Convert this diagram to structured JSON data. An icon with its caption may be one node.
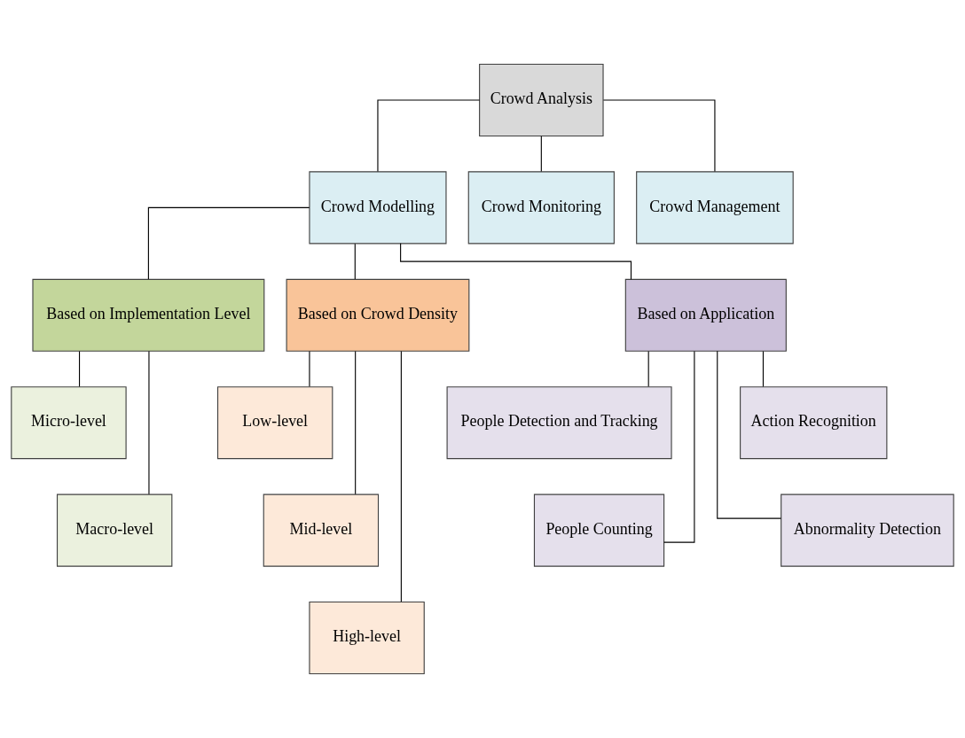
{
  "diagram": {
    "nodes": [
      {
        "text": [
          "Crowd Analysis"
        ]
      },
      {
        "text": [
          "Crowd Modelling"
        ]
      },
      {
        "text": [
          "Crowd Monitoring"
        ]
      },
      {
        "text": [
          "Crowd Management"
        ]
      },
      {
        "text": [
          "Based on Implementation Level"
        ]
      },
      {
        "text": [
          "Based on Crowd Density"
        ]
      },
      {
        "text": [
          "Based on Application"
        ]
      },
      {
        "text": [
          "Micro-level"
        ]
      },
      {
        "text": [
          "Macro-level"
        ]
      },
      {
        "text": [
          "Low-level"
        ]
      },
      {
        "text": [
          "Mid-level"
        ]
      },
      {
        "text": [
          "High-level"
        ]
      },
      {
        "text": [
          "People Detection and Tracking"
        ]
      },
      {
        "text": [
          "Action Recognition"
        ]
      },
      {
        "text": [
          "People Counting"
        ]
      },
      {
        "text": [
          "Abnormality Detection"
        ]
      }
    ],
    "edges": [
      {
        "from": 0,
        "to": 1,
        "arrow": "none"
      },
      {
        "from": 0,
        "to": 2,
        "arrow": "none"
      },
      {
        "from": 0,
        "to": 3,
        "arrow": "none"
      },
      {
        "from": 1,
        "to": 4,
        "arrow": "none"
      },
      {
        "from": 1,
        "to": 5,
        "arrow": "none"
      },
      {
        "from": 1,
        "to": 6,
        "arrow": "none"
      },
      {
        "from": 4,
        "to": 7,
        "arrow": "none"
      },
      {
        "from": 4,
        "to": 8,
        "arrow": "none"
      },
      {
        "from": 5,
        "to": 9,
        "arrow": "none"
      },
      {
        "from": 5,
        "to": 10,
        "arrow": "none"
      },
      {
        "from": 5,
        "to": 11,
        "arrow": "none"
      },
      {
        "from": 6,
        "to": 12,
        "arrow": "none"
      },
      {
        "from": 6,
        "to": 13,
        "arrow": "none"
      },
      {
        "from": 6,
        "to": 14,
        "arrow": "none"
      },
      {
        "from": 6,
        "to": 15,
        "arrow": "none"
      }
    ]
  }
}
